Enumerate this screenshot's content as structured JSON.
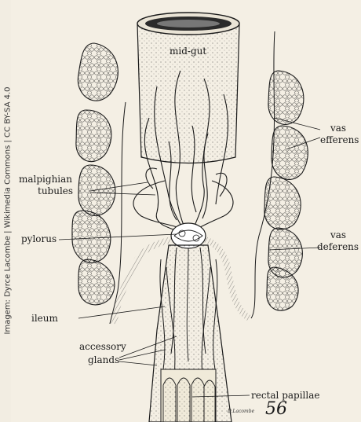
{
  "credit": "Imagem: Dyrce Lacombe | Wikimedia Commons | CC BY-SA 4.0",
  "labels": {
    "mid_gut": "mid-gut",
    "vas_efferens_1": "vas",
    "vas_efferens_2": "efferens",
    "malpighian_1": "malpighian",
    "malpighian_2": "tubules",
    "pylorus": "pylorus",
    "vas_deferens_1": "vas",
    "vas_deferens_2": "deferens",
    "ileum": "ileum",
    "accessory_1": "accessory",
    "accessory_2": "glands",
    "rectal_papillae": "rectal papillae"
  },
  "signature": "D.Lacombe",
  "plate_number": "56",
  "colors": {
    "ink": "#1a1a1a",
    "paper": "#f4efe4",
    "margin": "#f2ede2"
  }
}
